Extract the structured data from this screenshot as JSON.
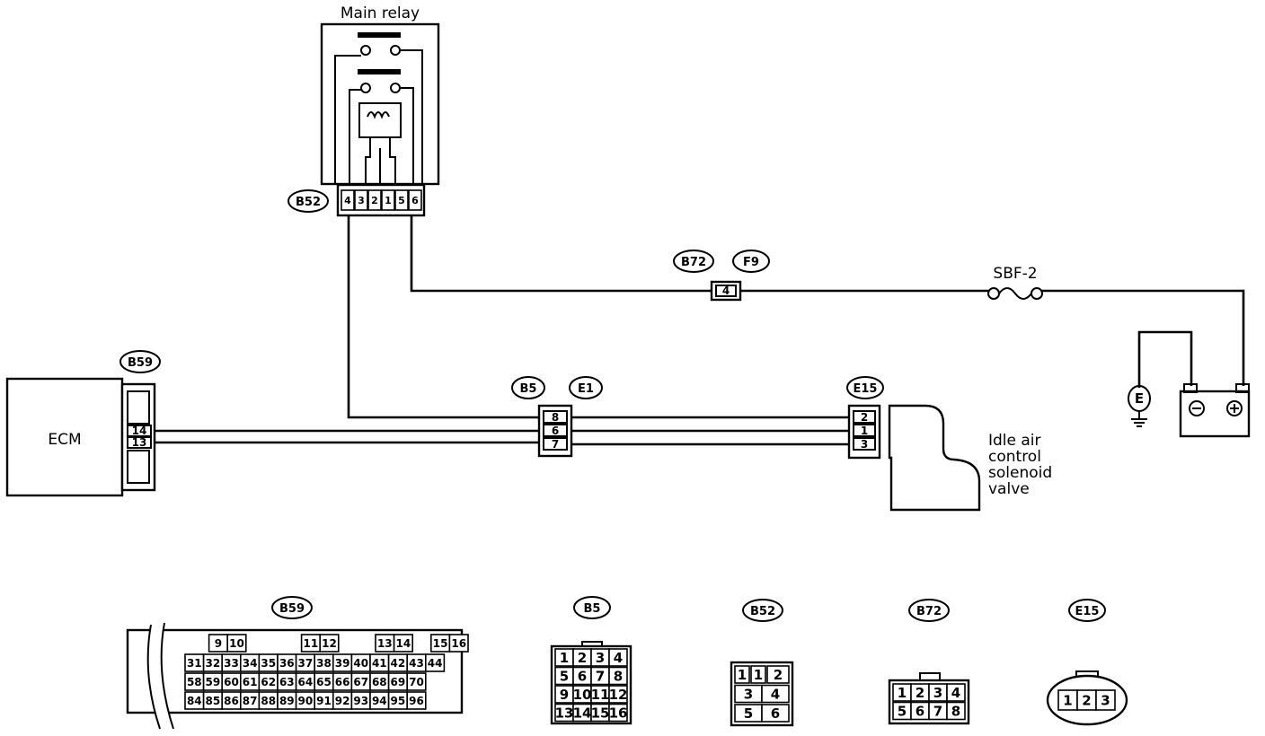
{
  "labels": {
    "main_relay": "Main relay",
    "ecm": "ECM",
    "sbf": "SBF-2",
    "iac_line1": "Idle air",
    "iac_line2": "control",
    "iac_line3": "solenoid",
    "iac_line4": "valve",
    "ground": "E"
  },
  "connectors": {
    "b52": "B52",
    "b72": "B72",
    "f9": "F9",
    "b59": "B59",
    "b5": "B5",
    "e1": "E1",
    "e15": "E15"
  },
  "pins": {
    "f9_pin": "4",
    "b59_a": "14",
    "b59_b": "13",
    "b5_a": "8",
    "b5_b": "6",
    "b5_c": "7",
    "e15_a": "2",
    "e15_b": "1",
    "e15_c": "3",
    "b52_pins": [
      "4",
      "3",
      "2",
      "1",
      "5",
      "6"
    ]
  },
  "legend": {
    "b59": {
      "label": "B59",
      "row1": [
        "9",
        "10",
        "11",
        "12",
        "13",
        "14",
        "15",
        "16"
      ],
      "row2": [
        "31",
        "32",
        "33",
        "34",
        "35",
        "36",
        "37",
        "38",
        "39",
        "40",
        "41",
        "42",
        "43",
        "44"
      ],
      "row3": [
        "58",
        "59",
        "60",
        "61",
        "62",
        "63",
        "64",
        "65",
        "66",
        "67",
        "68",
        "69",
        "70"
      ],
      "row4": [
        "84",
        "85",
        "86",
        "87",
        "88",
        "89",
        "90",
        "91",
        "92",
        "93",
        "94",
        "95",
        "96"
      ]
    },
    "b5": {
      "label": "B5",
      "rows": [
        [
          "1",
          "2",
          "3",
          "4"
        ],
        [
          "5",
          "6",
          "7",
          "8"
        ],
        [
          "9",
          "10",
          "11",
          "12"
        ],
        [
          "13",
          "14",
          "15",
          "16"
        ]
      ]
    },
    "b52": {
      "label": "B52",
      "rows": [
        [
          "1",
          "1",
          "2"
        ],
        [
          "3",
          "4"
        ],
        [
          "5",
          "6"
        ]
      ]
    },
    "b72": {
      "label": "B72",
      "rows": [
        [
          "1",
          "2",
          "3",
          "4"
        ],
        [
          "5",
          "6",
          "7",
          "8"
        ]
      ]
    },
    "e15": {
      "label": "E15",
      "pins": [
        "1",
        "2",
        "3"
      ]
    }
  }
}
